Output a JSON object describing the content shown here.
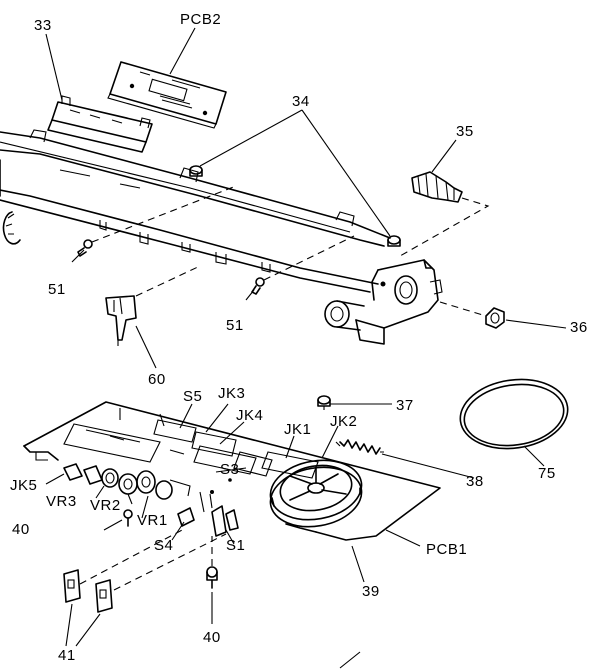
{
  "labels": {
    "l33": "33",
    "pcb2": "PCB2",
    "l34": "34",
    "l35": "35",
    "l51a": "51",
    "l51b": "51",
    "l36": "36",
    "l60": "60",
    "s5": "S5",
    "jk3": "JK3",
    "jk4": "JK4",
    "l37": "37",
    "jk1": "JK1",
    "jk2": "JK2",
    "l75": "75",
    "jk5": "JK5",
    "s3": "S3",
    "l38": "38",
    "vr3": "VR3",
    "vr2": "VR2",
    "l40a": "40",
    "vr1": "VR1",
    "s4": "S4",
    "s1": "S1",
    "pcb1": "PCB1",
    "l39": "39",
    "l40b": "40",
    "l41": "41"
  }
}
